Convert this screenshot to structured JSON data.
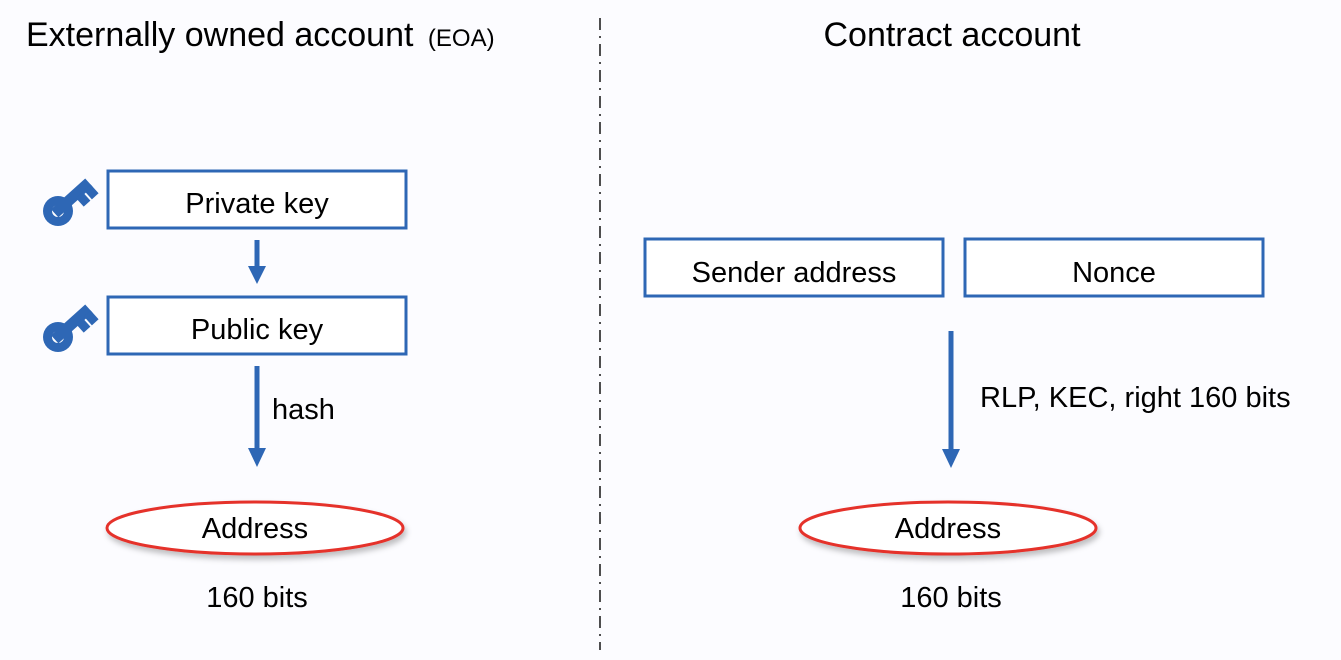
{
  "eoa": {
    "title": "Externally owned account",
    "title_suffix": "(EOA)",
    "private_key_label": "Private key",
    "public_key_label": "Public key",
    "hash_label": "hash",
    "address_label": "Address",
    "bits_label": "160 bits",
    "icons": [
      "key-icon",
      "key-icon"
    ]
  },
  "contract": {
    "title": "Contract account",
    "sender_label": "Sender address",
    "nonce_label": "Nonce",
    "transform_label": "RLP, KEC, right 160 bits",
    "address_label": "Address",
    "bits_label": "160 bits"
  },
  "colors": {
    "box_border": "#2e67b5",
    "arrow": "#2e67b5",
    "key_icon": "#2e67b5",
    "address_border": "#e5302c",
    "background": "#fcfcff"
  }
}
